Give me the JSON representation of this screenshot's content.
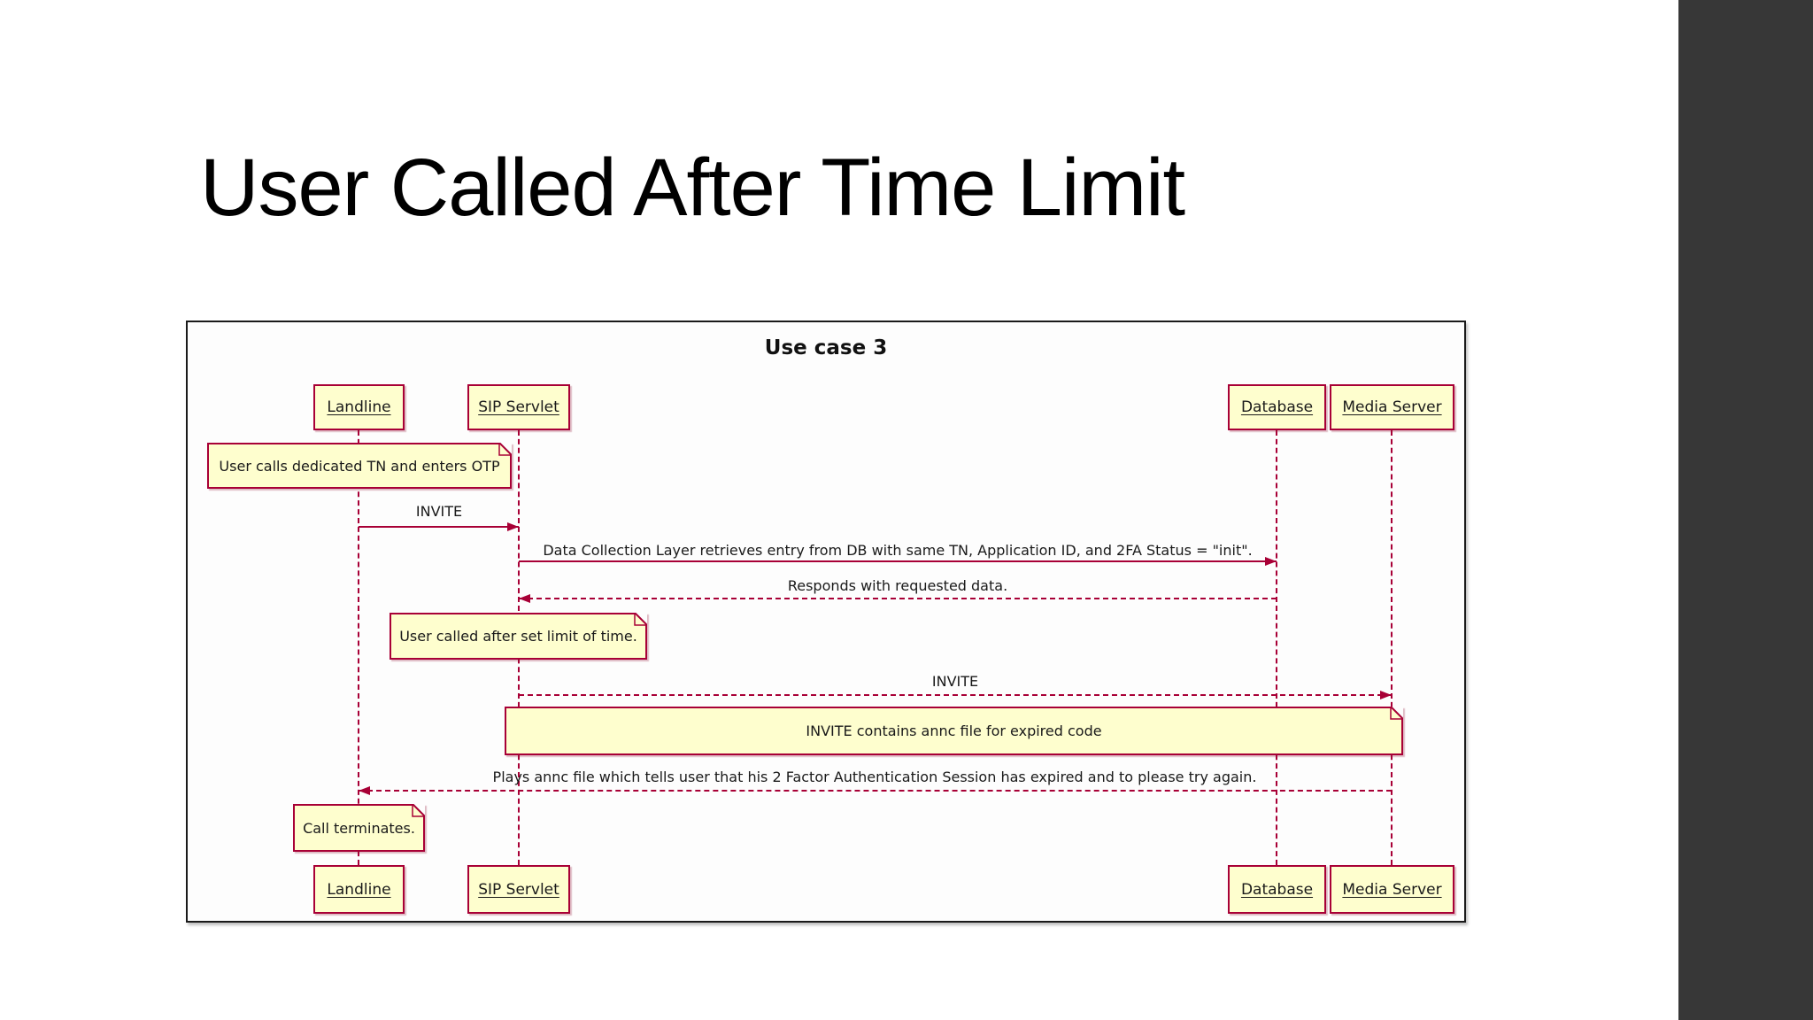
{
  "slide": {
    "title": "User Called After Time Limit"
  },
  "diagram": {
    "title": "Use case 3",
    "participants": [
      {
        "label": "Landline"
      },
      {
        "label": "SIP Servlet"
      },
      {
        "label": "Database"
      },
      {
        "label": "Media Server"
      }
    ],
    "notes": [
      {
        "text": "User calls dedicated TN and enters OTP",
        "over": "Landline"
      },
      {
        "text": "User called after set limit of time.",
        "over": "SIP Servlet"
      },
      {
        "text": "INVITE contains annc file for expired code",
        "over": "SIP Servlet, Media Server"
      },
      {
        "text": "Call terminates.",
        "over": "Landline"
      }
    ],
    "messages": [
      {
        "text": "INVITE",
        "from": "Landline",
        "to": "SIP Servlet",
        "line": "solid"
      },
      {
        "text": "Data Collection Layer retrieves entry from DB with same TN, Application ID, and 2FA Status = \"init\".",
        "from": "SIP Servlet",
        "to": "Database",
        "line": "solid"
      },
      {
        "text": "Responds with requested data.",
        "from": "Database",
        "to": "SIP Servlet",
        "line": "dashed"
      },
      {
        "text": "INVITE",
        "from": "SIP Servlet",
        "to": "Media Server",
        "line": "dashed"
      },
      {
        "text": "Plays annc file which tells user that his 2 Factor Authentication Session has expired and to please try again.",
        "from": "Media Server",
        "to": "Landline",
        "line": "dashed"
      }
    ],
    "colors": {
      "participant_fill": "#FEFECE",
      "stroke": "#A80036",
      "frame_border": "#1a1a1a",
      "sidebar": "#373737"
    }
  }
}
